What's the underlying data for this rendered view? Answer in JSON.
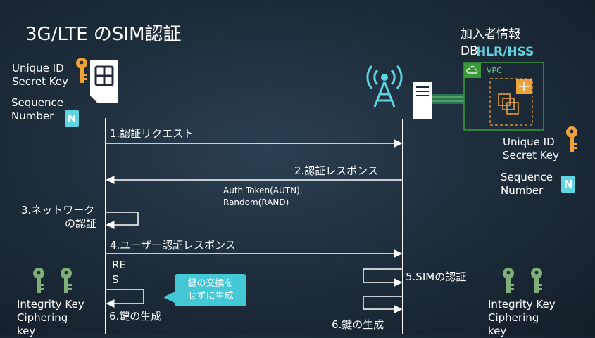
{
  "title": "3G/LTE のSIM認証",
  "left": {
    "unique_id": "Unique ID",
    "secret_key": "Secret Key",
    "seq_1": "Sequence",
    "seq_2": "Number",
    "n_card": "N",
    "integrity": "Integrity Key",
    "ciphering_1": "Ciphering",
    "ciphering_2": "key"
  },
  "right": {
    "subscriber_db_1": "加入者情報",
    "subscriber_db_2": "DB",
    "hlr": "HLR/HSS",
    "vpc": "VPC",
    "unique_id": "Unique ID",
    "secret_key": "Secret Key",
    "seq_1": "Sequence",
    "seq_2": "Number",
    "n_card": "N",
    "integrity": "Integrity Key",
    "ciphering_1": "Ciphering",
    "ciphering_2": "key"
  },
  "messages": {
    "m1": "1.認証リクエスト",
    "m2": "2.認証レスポンス",
    "m2_detail_1": "Auth Token(AUTN),",
    "m2_detail_2": "Random(RAND)",
    "m3_1": "3.ネットワーク",
    "m3_2": "の認証",
    "m4": "4.ユーザー認証レスポンス",
    "res_1": "RE",
    "res_2": "S",
    "m5": "5.SIMの認証",
    "m6_left": "6.鍵の生成",
    "m6_right": "6.鍵の生成"
  },
  "callout": {
    "line1": "鍵の交換を",
    "line2": "せずに生成"
  },
  "colors": {
    "background": "#1d2b39",
    "accent_teal": "#5fd3e0",
    "key_orange": "#f0a23a",
    "key_green": "#7fae7a",
    "vpc_green": "#3a9a3a",
    "line_white": "#ffffff"
  }
}
